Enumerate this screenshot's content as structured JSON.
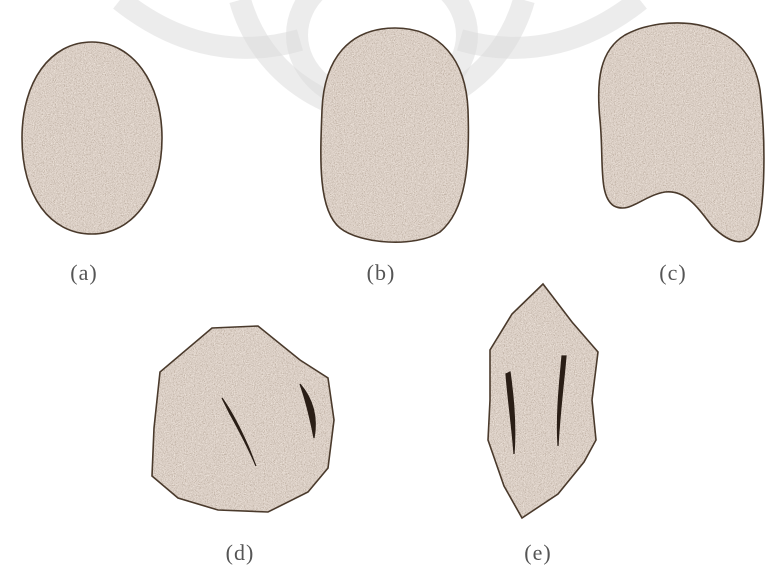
{
  "figure": {
    "panels": [
      {
        "id": "a",
        "label": "(a)",
        "shape": "round",
        "cracks": 0
      },
      {
        "id": "b",
        "label": "(b)",
        "shape": "rounded-rectangular",
        "cracks": 0
      },
      {
        "id": "c",
        "label": "(c)",
        "shape": "irregular-concave",
        "cracks": 0
      },
      {
        "id": "d",
        "label": "(d)",
        "shape": "angular-polygonal",
        "cracks": 2
      },
      {
        "id": "e",
        "label": "(e)",
        "shape": "elongated-angular",
        "cracks": 2
      }
    ],
    "colors": {
      "particle_fill": "#a89282",
      "particle_outline": "#4a3a2c",
      "speckle_dark": "#5c4a3c",
      "speckle_light": "#e8dcd0",
      "crack": "#2a1e16",
      "watermark": "#dcdcdc",
      "label": "#555555"
    }
  }
}
